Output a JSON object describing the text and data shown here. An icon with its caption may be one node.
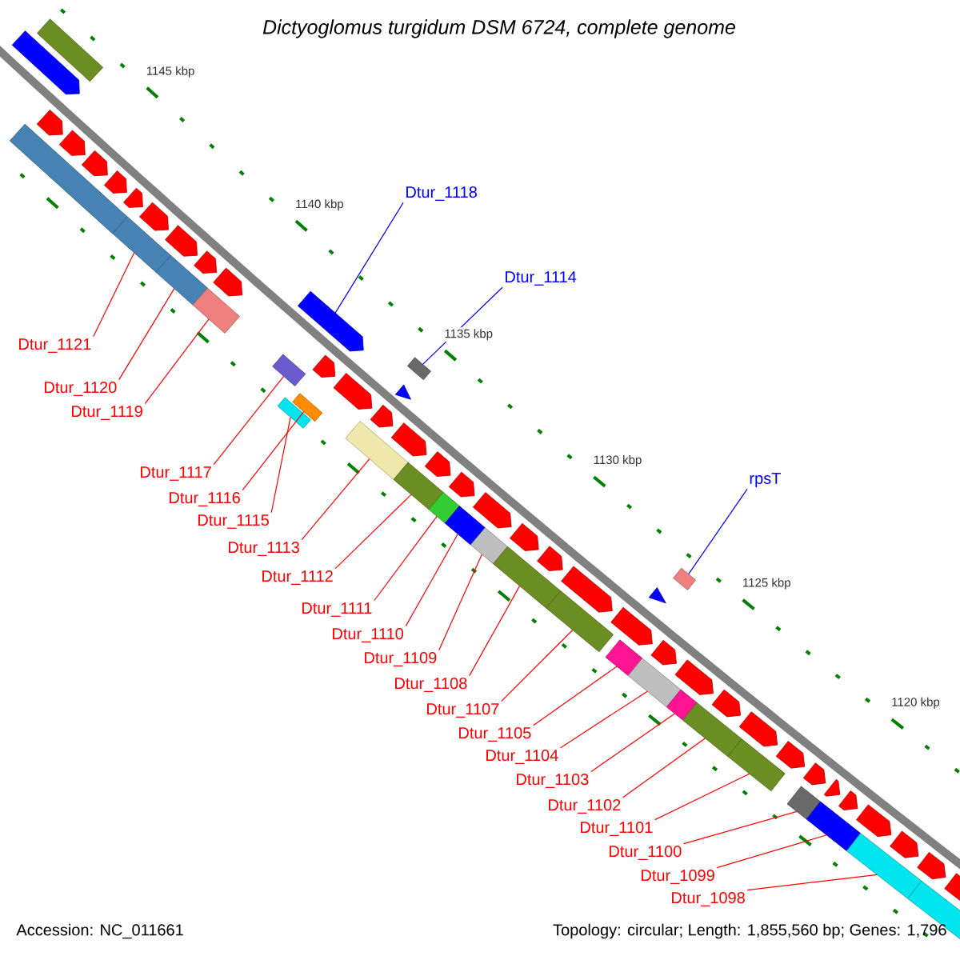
{
  "diagram": {
    "title": "Dictyoglomus turgidum DSM 6724, complete genome",
    "nodes": [
      {
        "text": [
          "Dtur_1118"
        ]
      },
      {
        "text": [
          "Dtur_1114"
        ]
      },
      {
        "text": [
          "Dtur_1121"
        ]
      },
      {
        "text": [
          "Dtur_1120"
        ]
      },
      {
        "text": [
          "Dtur_1119"
        ]
      },
      {
        "text": [
          "Dtur_1117"
        ]
      },
      {
        "text": [
          "rpsT"
        ]
      },
      {
        "text": [
          "Dtur_1116"
        ]
      },
      {
        "text": [
          "Dtur_1115"
        ]
      },
      {
        "text": [
          "Dtur_1113"
        ]
      },
      {
        "text": [
          "Dtur_1112"
        ]
      },
      {
        "text": [
          "Dtur_1111"
        ]
      },
      {
        "text": [
          "Dtur_1110"
        ]
      },
      {
        "text": [
          "Dtur_1109"
        ]
      },
      {
        "text": [
          "Dtur_1108"
        ]
      },
      {
        "text": [
          "Dtur_1107"
        ]
      },
      {
        "text": [
          "Dtur_1105"
        ]
      },
      {
        "text": [
          "Dtur_1104"
        ]
      },
      {
        "text": [
          "Dtur_1103"
        ]
      },
      {
        "text": [
          "Dtur_1102"
        ]
      },
      {
        "text": [
          "Dtur_1101"
        ]
      },
      {
        "text": [
          "Dtur_1100"
        ]
      },
      {
        "text": [
          "Dtur_1099"
        ]
      },
      {
        "text": [
          "Dtur_1098"
        ]
      },
      {
        "text": [],
        "shape": "arrow"
      },
      {
        "text": [],
        "shape": "bar"
      },
      {
        "text": [],
        "shape": "bar"
      },
      {
        "text": [],
        "shape": "bar"
      },
      {
        "text": [],
        "shape": "bar"
      },
      {
        "text": [],
        "shape": "bar"
      },
      {
        "text": [],
        "shape": "bar"
      },
      {
        "text": [],
        "shape": "bar"
      },
      {
        "text": [],
        "shape": "bar"
      },
      {
        "text": [],
        "shape": "bar"
      },
      {
        "text": [],
        "shape": "bar"
      },
      {
        "text": [],
        "shape": "bar"
      },
      {
        "text": [],
        "shape": "bar"
      },
      {
        "text": [],
        "shape": "bar"
      },
      {
        "text": [],
        "shape": "bar"
      },
      {
        "text": [],
        "shape": "bar"
      },
      {
        "text": [],
        "shape": "bar"
      },
      {
        "text": [],
        "shape": "bar"
      },
      {
        "text": [],
        "shape": "bar"
      },
      {
        "text": [],
        "shape": "bar"
      },
      {
        "text": [],
        "shape": "bar"
      },
      {
        "text": [],
        "shape": "bar"
      },
      {
        "text": [],
        "shape": "bar"
      },
      {
        "text": [],
        "shape": "bar"
      },
      {
        "text": [],
        "shape": "arrow"
      },
      {
        "text": [],
        "shape": "arrow"
      },
      {
        "text": [],
        "shape": "arrow"
      },
      {
        "text": [],
        "shape": "arrow"
      },
      {
        "text": [],
        "shape": "arrow"
      },
      {
        "text": [],
        "shape": "arrow"
      },
      {
        "text": [],
        "shape": "arrow"
      },
      {
        "text": [],
        "shape": "arrow"
      },
      {
        "text": [],
        "shape": "arrow"
      },
      {
        "text": [],
        "shape": "arrow"
      },
      {
        "text": [],
        "shape": "arrow"
      },
      {
        "text": [],
        "shape": "arrow"
      },
      {
        "text": [],
        "shape": "arrow"
      },
      {
        "text": [],
        "shape": "arrow"
      },
      {
        "text": [],
        "shape": "arrow"
      },
      {
        "text": [],
        "shape": "arrow"
      },
      {
        "text": [],
        "shape": "arrow"
      },
      {
        "text": [],
        "shape": "arrow"
      },
      {
        "text": [],
        "shape": "arrow"
      },
      {
        "text": [],
        "shape": "arrow"
      },
      {
        "text": [],
        "shape": "arrow"
      },
      {
        "text": [],
        "shape": "arrow"
      },
      {
        "text": [],
        "shape": "arrow"
      },
      {
        "text": [],
        "shape": "arrow"
      },
      {
        "text": [],
        "shape": "arrow"
      },
      {
        "text": [],
        "shape": "arrow"
      },
      {
        "text": [],
        "shape": "arrow"
      },
      {
        "text": [],
        "shape": "arrow"
      },
      {
        "text": [],
        "shape": "arrow"
      },
      {
        "text": [],
        "shape": "arrow"
      },
      {
        "text": [],
        "shape": "arrow"
      },
      {
        "text": [],
        "shape": "arrow"
      },
      {
        "text": [],
        "shape": "bar"
      },
      {
        "text": [],
        "shape": "bar"
      },
      {
        "text": [],
        "shape": "arrow"
      },
      {
        "text": [],
        "shape": "triangle"
      },
      {
        "text": [],
        "shape": "triangle"
      },
      {
        "text": [],
        "shape": "bar"
      }
    ],
    "edges": [
      {
        "from": 0,
        "to": 24,
        "arrow": "none",
        "color": "#0000ff"
      },
      {
        "from": 1,
        "to": 25,
        "arrow": "none",
        "color": "#0000ff"
      },
      {
        "from": 2,
        "to": 26,
        "arrow": "none"
      },
      {
        "from": 3,
        "to": 27,
        "arrow": "none"
      },
      {
        "from": 4,
        "to": 28,
        "arrow": "none"
      },
      {
        "from": 5,
        "to": 29,
        "arrow": "none"
      },
      {
        "from": 6,
        "to": 30,
        "arrow": "none",
        "color": "#0000ff"
      },
      {
        "from": 7,
        "to": 31,
        "arrow": "none"
      },
      {
        "from": 8,
        "to": 32,
        "arrow": "none"
      },
      {
        "from": 9,
        "to": 33,
        "arrow": "none"
      },
      {
        "from": 10,
        "to": 34,
        "arrow": "none"
      },
      {
        "from": 11,
        "to": 35,
        "arrow": "none"
      },
      {
        "from": 12,
        "to": 36,
        "arrow": "none"
      },
      {
        "from": 13,
        "to": 37,
        "arrow": "none"
      },
      {
        "from": 14,
        "to": 38,
        "arrow": "none"
      },
      {
        "from": 15,
        "to": 39,
        "arrow": "none"
      },
      {
        "from": 16,
        "to": 40,
        "arrow": "none"
      },
      {
        "from": 17,
        "to": 41,
        "arrow": "none"
      },
      {
        "from": 18,
        "to": 42,
        "arrow": "none"
      },
      {
        "from": 19,
        "to": 43,
        "arrow": "none"
      },
      {
        "from": 20,
        "to": 44,
        "arrow": "none"
      },
      {
        "from": 21,
        "to": 45,
        "arrow": "none"
      },
      {
        "from": 22,
        "to": 46,
        "arrow": "none"
      },
      {
        "from": 23,
        "to": 47,
        "arrow": "none"
      }
    ],
    "labels": [
      "1145 kbp",
      "1140 kbp",
      "1135 kbp",
      "1130 kbp",
      "1125 kbp",
      "1120 kbp",
      "Accession: NC_011661",
      "Topology: circular; Length: 1,855,560 bp; Genes: 1,796"
    ]
  }
}
